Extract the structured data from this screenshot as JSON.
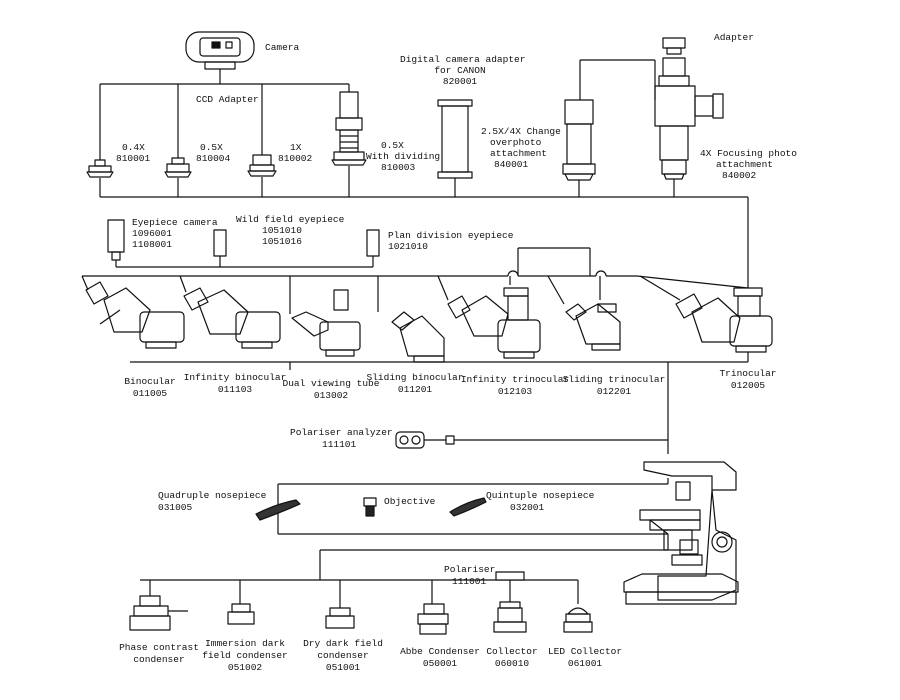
{
  "colors": {
    "ink": "#111111",
    "background": "#ffffff"
  },
  "camera": {
    "name": "Camera"
  },
  "ccd_adapter": {
    "name": "CCD Adapter"
  },
  "adapter_04x": {
    "name": "0.4X",
    "code": "810001"
  },
  "adapter_05x": {
    "name": "0.5X",
    "code": "810004"
  },
  "adapter_1x": {
    "name": "1X",
    "code": "810002"
  },
  "adapter_05x_div": {
    "name_1": "0.5X",
    "name_2": "With dividing",
    "code": "810003"
  },
  "canon_adapter": {
    "name_1": "Digital camera adapter",
    "name_2": "for CANON",
    "code": "820001"
  },
  "change_attachment": {
    "name_1": "2.5X/4X Change",
    "name_2": "overphoto",
    "name_3": "attachment",
    "code": "840001"
  },
  "top_adapter": {
    "name": "Adapter"
  },
  "focusing_attachment": {
    "name_1": "4X Focusing photo",
    "name_2": "attachment",
    "code": "840002"
  },
  "eyepiece_camera": {
    "name": "Eyepiece camera",
    "code_1": "1096001",
    "code_2": "1108001"
  },
  "wild_field_eyepiece": {
    "name": "Wild field eyepiece",
    "code_1": "1051010",
    "code_2": "1051016"
  },
  "plan_division_eyepiece": {
    "name": "Plan division eyepiece",
    "code": "1021010"
  },
  "heads": [
    {
      "name": "Binocular",
      "code": "011005"
    },
    {
      "name": "Infinity binocular",
      "code": "011103"
    },
    {
      "name": "Dual viewing tube",
      "code": "013002"
    },
    {
      "name": "Sliding binocular",
      "code": "011201"
    },
    {
      "name": "Infinity trinocular",
      "code": "012103"
    },
    {
      "name": "Sliding trinocular",
      "code": "012201"
    },
    {
      "name": "Trinocular",
      "code": "012005"
    }
  ],
  "polariser_analyzer": {
    "name": "Polariser analyzer",
    "code": "111101"
  },
  "quadruple_nosepiece": {
    "name": "Quadruple nosepiece",
    "code": "031005"
  },
  "objective": {
    "name": "Objective"
  },
  "quintuple_nosepiece": {
    "name": "Quintuple nosepiece",
    "code": "032001"
  },
  "polariser": {
    "name": "Polariser",
    "code": "111001"
  },
  "condensers": [
    {
      "name_1": "Phase contrast",
      "name_2": "condenser",
      "code": ""
    },
    {
      "name_1": "Immersion dark",
      "name_2": "field condenser",
      "code": "051002"
    },
    {
      "name_1": "Dry dark field",
      "name_2": "condenser",
      "code": "051001"
    },
    {
      "name_1": "Abbe Condenser",
      "name_2": "",
      "code": "050001"
    },
    {
      "name_1": "Collector",
      "name_2": "",
      "code": "060010"
    },
    {
      "name_1": "LED Collector",
      "name_2": "",
      "code": "061001"
    }
  ]
}
